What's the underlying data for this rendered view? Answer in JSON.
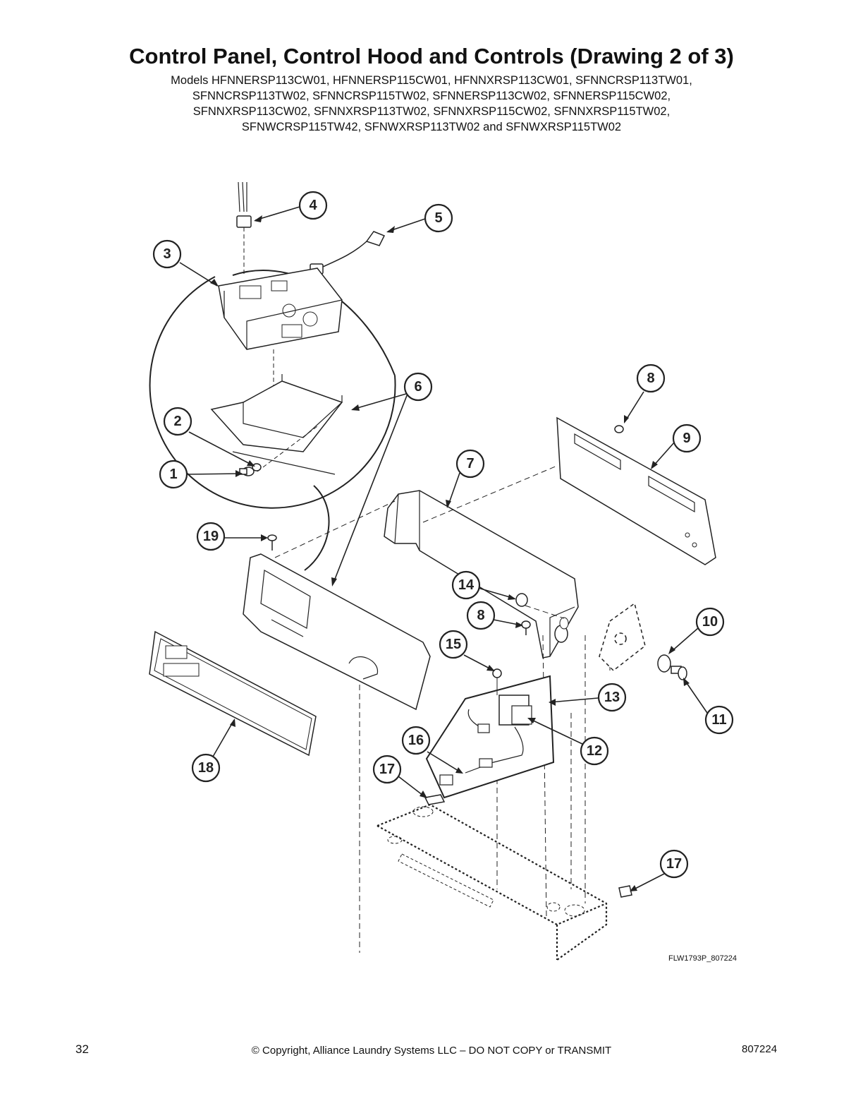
{
  "title": "Control Panel, Control Hood and Controls (Drawing 2 of 3)",
  "models": [
    "Models HFNNERSP113CW01, HFNNERSP115CW01, HFNNXRSP113CW01, SFNNCRSP113TW01,",
    "SFNNCRSP113TW02, SFNNCRSP115TW02, SFNNERSP113CW02, SFNNERSP115CW02,",
    "SFNNXRSP113CW02, SFNNXRSP113TW02, SFNNXRSP115CW02, SFNNXRSP115TW02,",
    "SFNWCRSP115TW42, SFNWXRSP113TW02 and SFNWXRSP115TW02"
  ],
  "callouts": [
    "4",
    "5",
    "3",
    "6",
    "8",
    "2",
    "9",
    "7",
    "1",
    "19",
    "14",
    "8",
    "10",
    "15",
    "13",
    "11",
    "16",
    "12",
    "18",
    "17",
    "17"
  ],
  "drawing_id": "FLW1793P_807224",
  "footer": {
    "page_number": "32",
    "copyright": "© Copyright, Alliance Laundry Systems LLC – DO NOT COPY or TRANSMIT",
    "doc_number": "807224"
  }
}
